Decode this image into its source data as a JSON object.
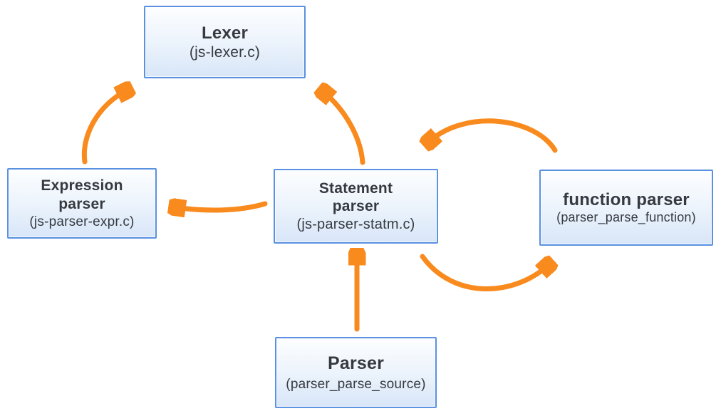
{
  "diagram": {
    "colors": {
      "arrow": "#F98A1D",
      "node_border": "#5A91E1",
      "node_fill_top": "#FDFEFF",
      "node_fill_bottom": "#D8E6F8",
      "text": "#363A40"
    },
    "nodes": [
      {
        "id": "lexer",
        "title": "Lexer",
        "subtitle": "(js-lexer.c)"
      },
      {
        "id": "expression-parser",
        "title": "Expression parser",
        "subtitle": "(js-parser-expr.c)"
      },
      {
        "id": "statement-parser",
        "title": "Statement parser",
        "subtitle": "(js-parser-statm.c)"
      },
      {
        "id": "function-parser",
        "title": "function parser",
        "subtitle": "(parser_parse_function)"
      },
      {
        "id": "parser",
        "title": "Parser",
        "subtitle": "(parser_parse_source)"
      }
    ],
    "edges": [
      {
        "from": "expression-parser",
        "to": "lexer"
      },
      {
        "from": "statement-parser",
        "to": "lexer"
      },
      {
        "from": "statement-parser",
        "to": "expression-parser"
      },
      {
        "from": "function-parser",
        "to": "statement-parser"
      },
      {
        "from": "statement-parser",
        "to": "function-parser"
      },
      {
        "from": "parser",
        "to": "statement-parser"
      }
    ]
  }
}
